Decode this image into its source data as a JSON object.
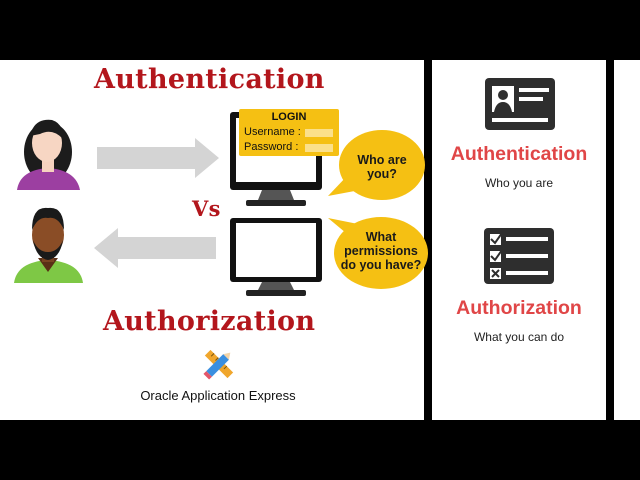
{
  "diagram": {
    "title_authentication": "Authentication",
    "title_authorization": "Authorization",
    "vs": "Vs",
    "login": {
      "title": "LOGIN",
      "username_label": "Username :",
      "password_label": "Password :"
    },
    "bubble_who": "Who are you?",
    "bubble_permissions": "What permissions do you have?",
    "caption": "Oracle Application Express"
  },
  "right_panel": {
    "authentication_title": "Authentication",
    "authentication_subtitle": "Who you are",
    "authorization_title": "Authorization",
    "authorization_subtitle": "What you can do"
  },
  "icons": {
    "woman": "woman-avatar-icon",
    "man": "man-avatar-icon",
    "arrow_right": "arrow-right-icon",
    "arrow_left": "arrow-left-icon",
    "monitor": "monitor-icon",
    "speech_bubble": "speech-bubble-icon",
    "tools": "pencil-ruler-icon",
    "id_card": "id-card-icon",
    "checklist": "checklist-icon"
  },
  "colors": {
    "title_red": "#b3161c",
    "right_title_red": "#e04647",
    "login_yellow": "#f5c013",
    "arrow_gray": "#d4d4d4",
    "icon_dark": "#2e2e2e"
  }
}
